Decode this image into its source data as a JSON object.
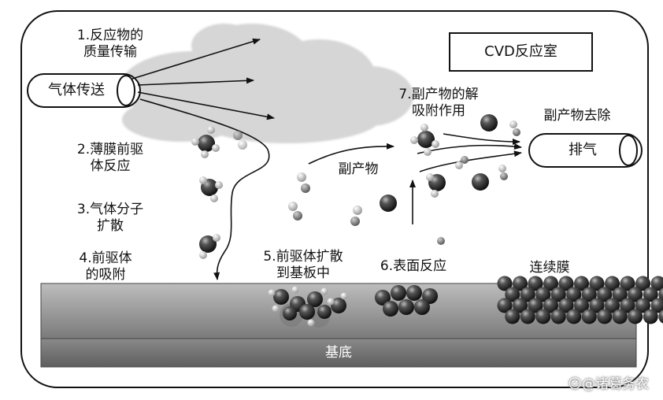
{
  "title_box": "CVD反应室",
  "gas_delivery": "气体传送",
  "exhaust": "排气",
  "substrate": "基底",
  "labels": {
    "step1": [
      "1.反应物的",
      "质量传输"
    ],
    "step2": [
      "2.薄膜前驱",
      "体反应"
    ],
    "step3": [
      "3.气体分子",
      "扩散"
    ],
    "step4": [
      "4.前驱体",
      "的吸附"
    ],
    "step5": [
      "5.前驱体扩散",
      "到基板中"
    ],
    "step6": "6.表面反应",
    "step7": [
      "7.副产物的解",
      "吸附作用"
    ],
    "byproduct": "副产物",
    "byproduct_removal": "副产物去除",
    "continuous_film": "连续膜"
  },
  "watermark": "@诸葛务农",
  "colors": {
    "substrate_top": "#b8b8b8",
    "substrate_bottom": "#6f6f6f",
    "cloud": "#d9d9d9",
    "sphere_dark": "#2b2b2b",
    "sphere_light": "#c9c9c9"
  },
  "icons": [
    "reaction-cloud",
    "gas-inlet-tube",
    "exhaust-tube",
    "arrow",
    "molecule-sphere",
    "weibo-logo-icon"
  ]
}
